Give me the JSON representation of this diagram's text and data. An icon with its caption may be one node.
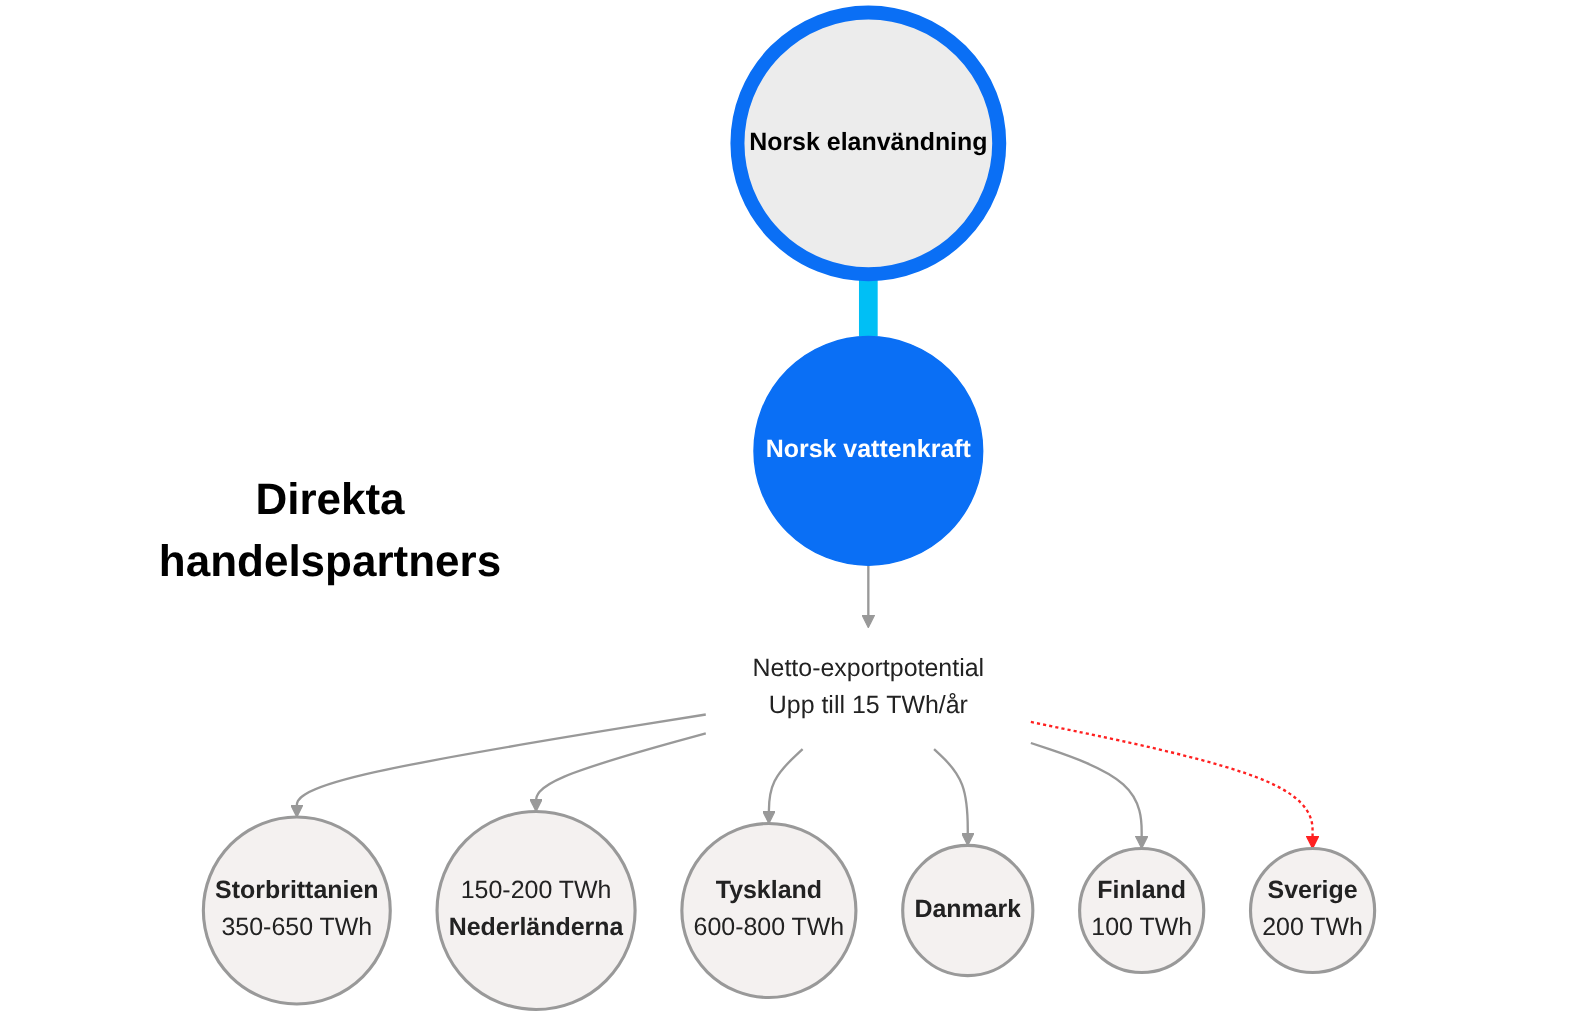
{
  "diagram": {
    "nodes": [
      {
        "text": [
          "Norsk elanvändning"
        ]
      },
      {
        "text": [
          "Norsk vattenkraft"
        ]
      },
      {
        "text": [
          "Netto-exportpotential",
          "Upp till 15 TWh/år"
        ]
      },
      {
        "text": [
          "Storbrittanien",
          "350-650 TWh"
        ]
      },
      {
        "text": [
          "150-200 TWh",
          "Nederländerna"
        ]
      },
      {
        "text": [
          "Tyskland",
          "600-800 TWh"
        ]
      },
      {
        "text": [
          "Danmark"
        ]
      },
      {
        "text": [
          "Finland",
          "100 TWh"
        ]
      },
      {
        "text": [
          "Sverige",
          "200 TWh"
        ]
      }
    ],
    "edges": [
      {
        "from": 0,
        "to": 1,
        "arrow": "none",
        "style": "thick",
        "color": "#00bff5"
      },
      {
        "from": 1,
        "to": 2,
        "arrow": "to"
      },
      {
        "from": 2,
        "to": 3,
        "arrow": "to"
      },
      {
        "from": 2,
        "to": 4,
        "arrow": "to"
      },
      {
        "from": 2,
        "to": 5,
        "arrow": "to"
      },
      {
        "from": 2,
        "to": 6,
        "arrow": "to"
      },
      {
        "from": 2,
        "to": 7,
        "arrow": "to"
      },
      {
        "from": 2,
        "to": 8,
        "arrow": "to",
        "style": "dashed",
        "color": "#ff2020"
      }
    ],
    "labels": [
      "Direkta handelspartners"
    ]
  }
}
